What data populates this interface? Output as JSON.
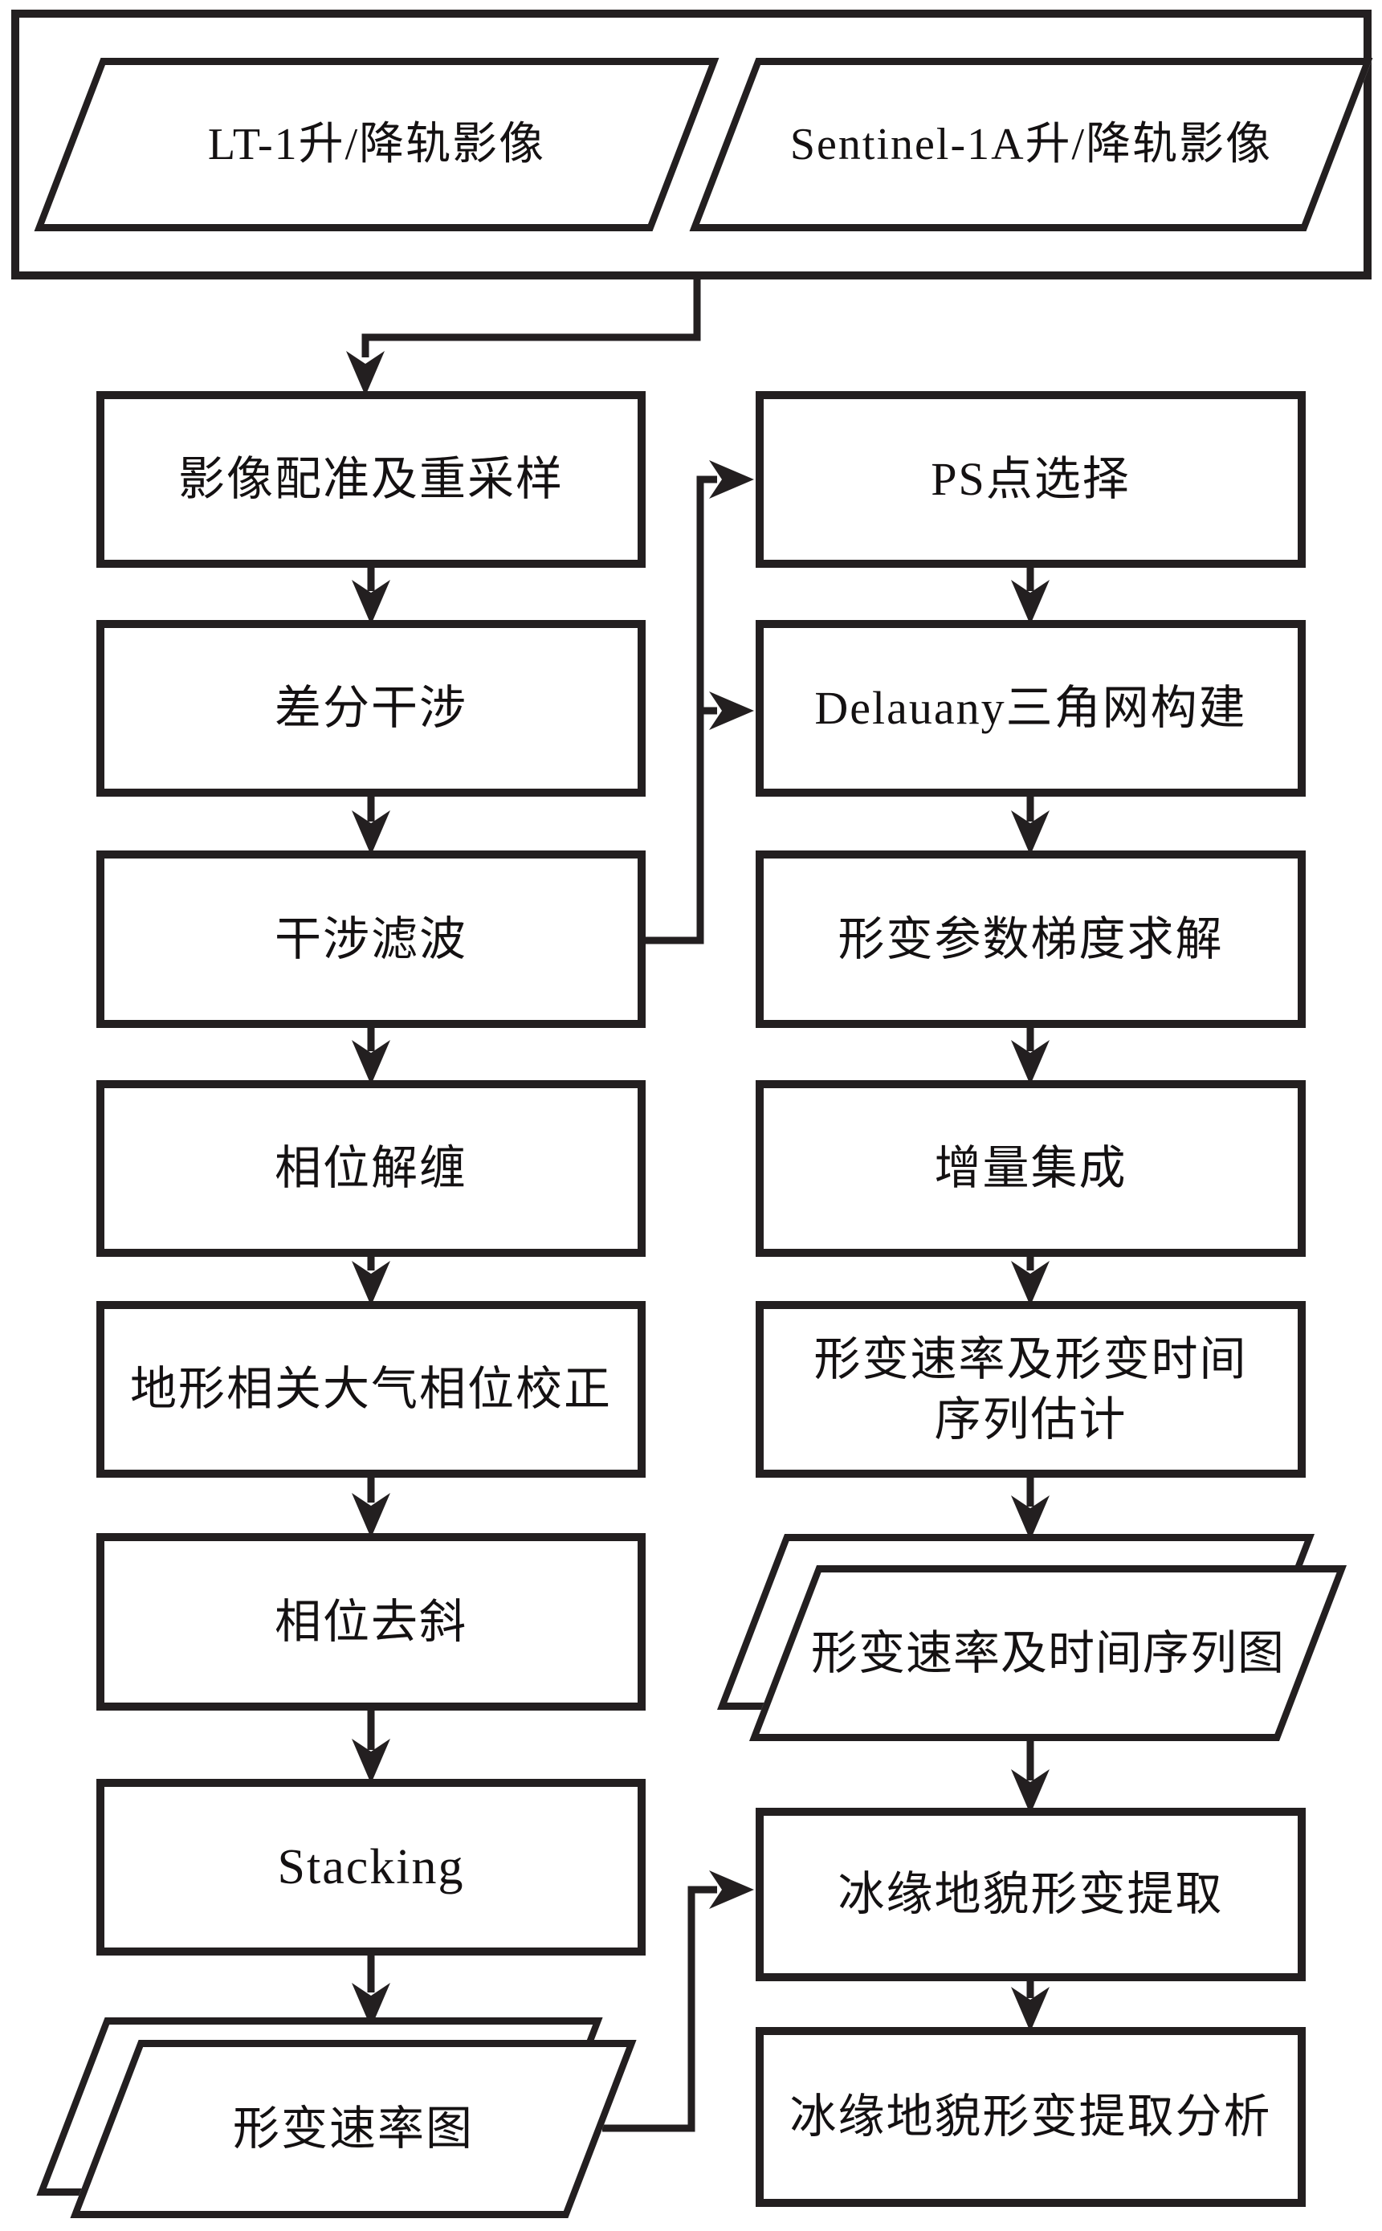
{
  "page": {
    "background_color": "#ffffff",
    "line_color": "#231f20"
  },
  "sources": {
    "lt1_label": "LT-1升/降轨影像",
    "s1a_label": "Sentinel-1A升/降轨影像"
  },
  "left_column": {
    "steps": [
      {
        "label": "影像配准及重采样"
      },
      {
        "label": "差分干涉"
      },
      {
        "label": "干涉滤波"
      },
      {
        "label": "相位解缠"
      },
      {
        "label": "地形相关大气相位校正"
      },
      {
        "label": "相位去斜"
      },
      {
        "label": "Stacking"
      }
    ],
    "output_label": "形变速率图"
  },
  "right_column": {
    "steps": [
      {
        "label": "PS点选择"
      },
      {
        "label": "Delauany三角网构建"
      },
      {
        "label": "形变参数梯度求解"
      },
      {
        "label": "增量集成"
      },
      {
        "line1": "形变速率及形变时间",
        "line2": "序列估计"
      }
    ],
    "output_label": "形变速率及时间序列图",
    "tail_steps": [
      {
        "label": "冰缘地貌形变提取"
      },
      {
        "label": "冰缘地貌形变提取分析"
      }
    ]
  }
}
